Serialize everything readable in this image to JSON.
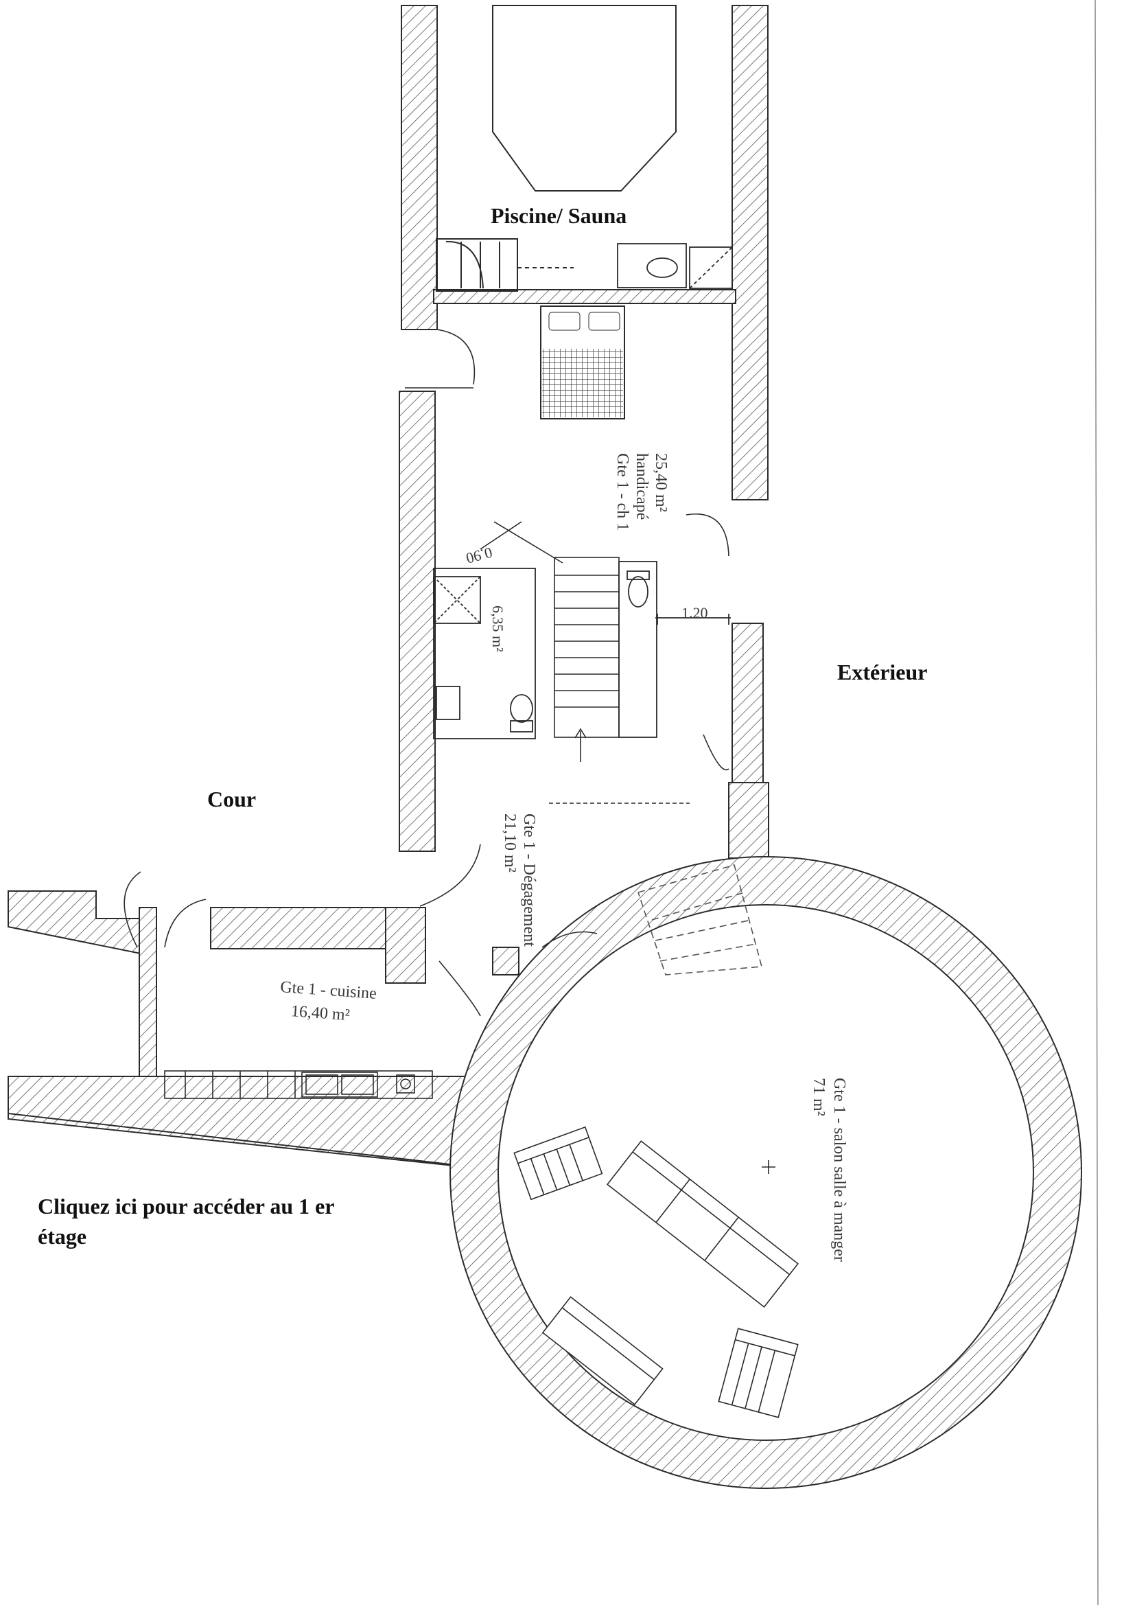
{
  "plan": {
    "zones": {
      "pool": "Piscine/ Sauna",
      "courtyard": "Cour",
      "exterior": "Extérieur"
    },
    "rooms": {
      "bedroom": {
        "name": "Gte 1 - ch 1",
        "subtitle": "handicapé",
        "area": "25,40 m²"
      },
      "bathroom": {
        "area": "6,35 m²"
      },
      "corridor": {
        "name": "Gte 1 - Dégagement",
        "area": "21,10 m²"
      },
      "kitchen": {
        "name": "Gte 1 - cuisine",
        "area": "16,40 m²"
      },
      "living": {
        "name": "Gte 1 - salon salle à manger",
        "area": "71 m²"
      }
    },
    "dimensions": {
      "door_width": "0.90",
      "passage_width": "1.20"
    },
    "link": {
      "line1": "Cliquez ici pour accéder au 1 er",
      "line2": "étage"
    }
  },
  "colors": {
    "line": "#2b2b2b",
    "hatch": "#555555",
    "label": "#111111"
  }
}
